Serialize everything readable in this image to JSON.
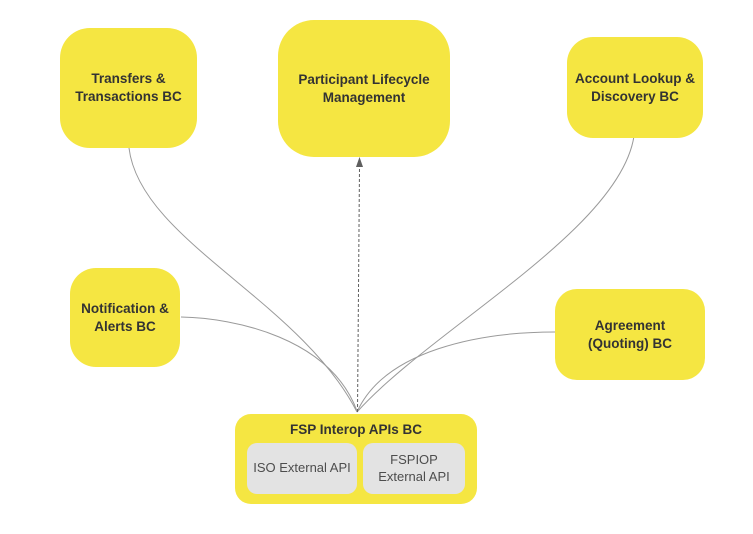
{
  "nodes": {
    "transfers": {
      "label": "Transfers & Transactions BC"
    },
    "participant": {
      "label": "Participant Lifecycle Management"
    },
    "account_lookup": {
      "label": "Account Lookup & Discovery BC"
    },
    "notification": {
      "label": "Notification & Alerts BC"
    },
    "agreement": {
      "label": "Agreement (Quoting) BC"
    },
    "fsp_interop": {
      "label": "FSP Interop APIs BC",
      "children": {
        "iso": {
          "label": "ISO External API"
        },
        "fspiop": {
          "label": "FSPIOP External API"
        }
      }
    }
  },
  "edges": [
    {
      "from": "fsp_interop",
      "to": "transfers",
      "arrow": false
    },
    {
      "from": "fsp_interop",
      "to": "participant",
      "arrow": true
    },
    {
      "from": "fsp_interop",
      "to": "account_lookup",
      "arrow": false
    },
    {
      "from": "fsp_interop",
      "to": "notification",
      "arrow": false
    },
    {
      "from": "fsp_interop",
      "to": "agreement",
      "arrow": false
    }
  ],
  "colors": {
    "background": "#FFFFFF",
    "node_fill": "#F5E642",
    "node_text": "#333333",
    "subnode_fill": "#E3E3E3",
    "subnode_text": "#4D4D4D",
    "edge": "#9A9A9A",
    "arrow_edge": "#5F5F5F"
  }
}
